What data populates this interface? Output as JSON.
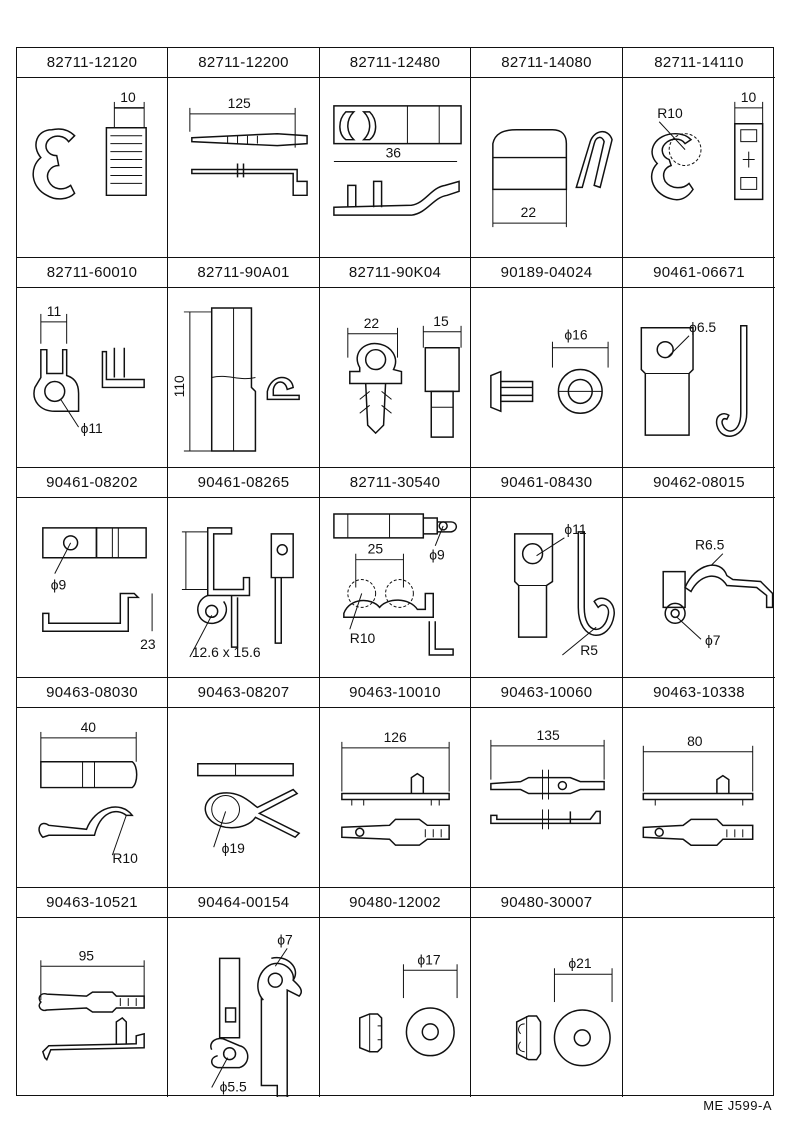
{
  "parts": [
    {
      "number": "82711-12120",
      "dims": [
        "10"
      ]
    },
    {
      "number": "82711-12200",
      "dims": [
        "125"
      ]
    },
    {
      "number": "82711-12480",
      "dims": [
        "36"
      ]
    },
    {
      "number": "82711-14080",
      "dims": [
        "22"
      ]
    },
    {
      "number": "82711-14110",
      "dims": [
        "R10",
        "10"
      ]
    },
    {
      "number": "82711-60010",
      "dims": [
        "11",
        "ϕ11"
      ]
    },
    {
      "number": "82711-90A01",
      "dims": [
        "110"
      ]
    },
    {
      "number": "82711-90K04",
      "dims": [
        "22",
        "15"
      ]
    },
    {
      "number": "90189-04024",
      "dims": [
        "ϕ16"
      ]
    },
    {
      "number": "90461-06671",
      "dims": [
        "ϕ6.5"
      ]
    },
    {
      "number": "90461-08202",
      "dims": [
        "ϕ9",
        "23"
      ]
    },
    {
      "number": "90461-08265",
      "dims": [
        "12.6 x 15.6"
      ]
    },
    {
      "number": "82711-30540",
      "dims": [
        "ϕ9",
        "25",
        "R10"
      ]
    },
    {
      "number": "90461-08430",
      "dims": [
        "ϕ11",
        "R5"
      ]
    },
    {
      "number": "90462-08015",
      "dims": [
        "R6.5",
        "ϕ7"
      ]
    },
    {
      "number": "90463-08030",
      "dims": [
        "40",
        "R10"
      ]
    },
    {
      "number": "90463-08207",
      "dims": [
        "ϕ19"
      ]
    },
    {
      "number": "90463-10010",
      "dims": [
        "126"
      ]
    },
    {
      "number": "90463-10060",
      "dims": [
        "135"
      ]
    },
    {
      "number": "90463-10338",
      "dims": [
        "80"
      ]
    },
    {
      "number": "90463-10521",
      "dims": [
        "95"
      ]
    },
    {
      "number": "90464-00154",
      "dims": [
        "ϕ7",
        "ϕ5.5"
      ]
    },
    {
      "number": "90480-12002",
      "dims": [
        "ϕ17"
      ]
    },
    {
      "number": "90480-30007",
      "dims": [
        "ϕ21"
      ]
    },
    {
      "number": "",
      "dims": []
    }
  ],
  "footer": {
    "code": "ME  J599-A"
  }
}
